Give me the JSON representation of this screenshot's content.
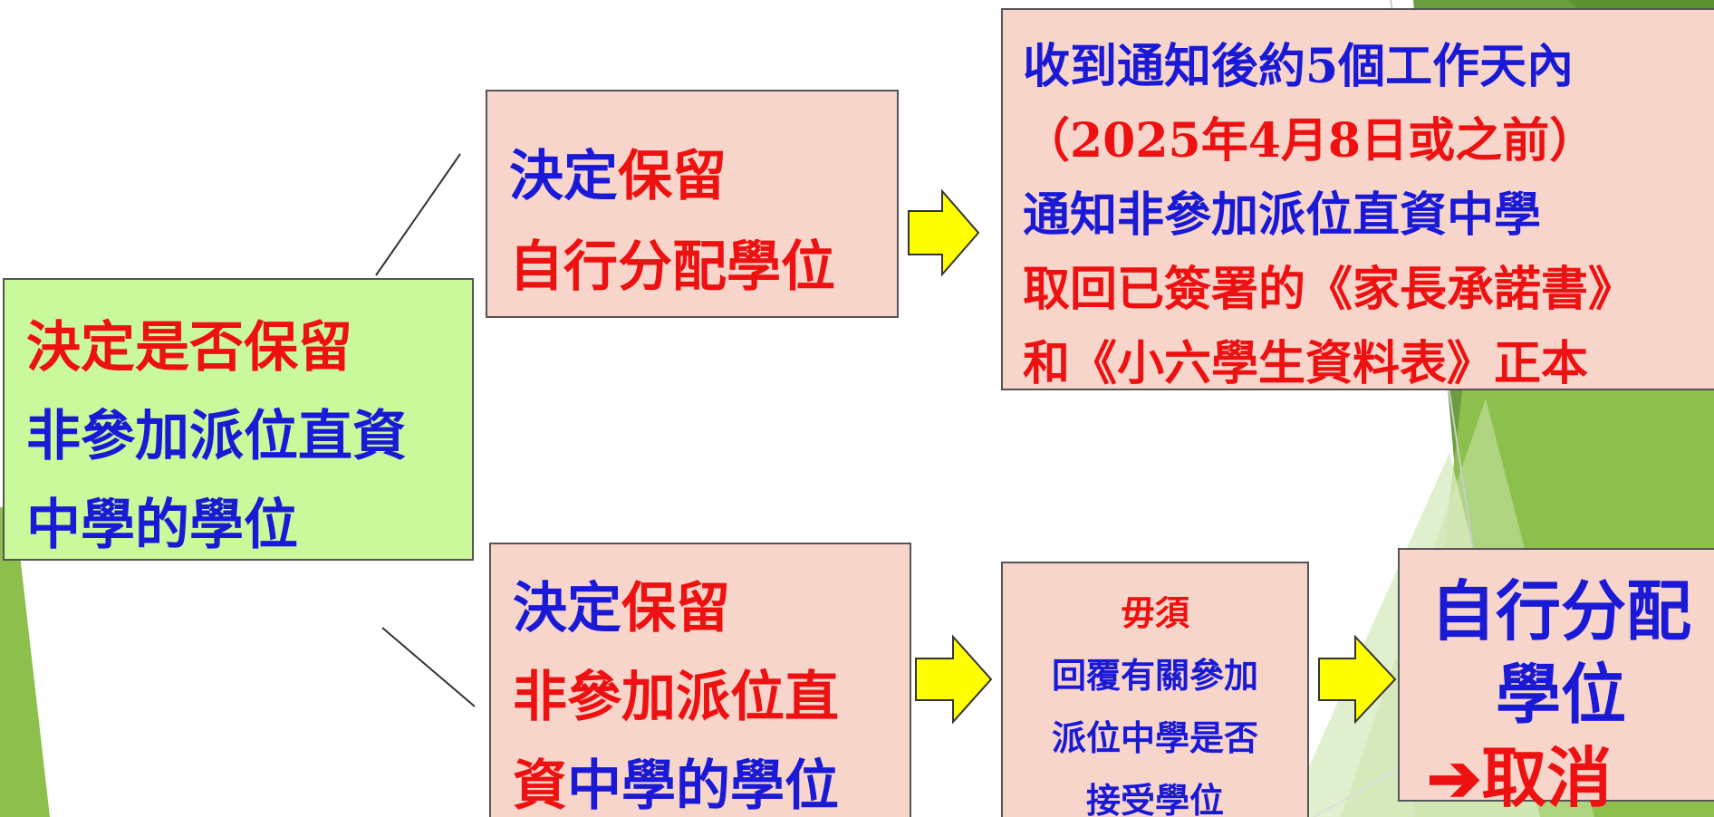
{
  "colors": {
    "blue_text": "#1a1ad6",
    "red_text": "#ee1111",
    "pink_box": "#f8d5ca",
    "green_box": "#c9f99a",
    "arrow_fill": "#ffff00",
    "bg_green_dark": "#5f9a3a",
    "bg_green_light": "#8dc63f"
  },
  "root": {
    "line1": "決定是否保留",
    "line2": "非參加派位直資",
    "line3": "中學的學位"
  },
  "top_branch": {
    "option": {
      "part1": "決定",
      "part2": "保留",
      "line2": "自行分配學位"
    },
    "result": {
      "line1": "收到通知後約5個工作天內",
      "line2": "（2025年4月8日或之前）",
      "line3": "通知非參加派位直資中學",
      "line4": "取回已簽署的《家長承諾書》",
      "line5": "和《小六學生資料表》正本"
    }
  },
  "bottom_branch": {
    "option": {
      "part1": "決定",
      "part2": "保留",
      "line2": "非參加派位直",
      "line3_part1": "資",
      "line3_part2": "中學的學位"
    },
    "action": {
      "line1": "毋須",
      "line2": "回覆有關參加",
      "line3": "派位中學是否",
      "line4": "接受學位"
    },
    "result": {
      "line1": "自行分配",
      "line2": "學位",
      "arrow_glyph": "➔",
      "line3": "取消"
    }
  },
  "icons": {
    "arrow1": "right-block-arrow-icon",
    "arrow2": "right-block-arrow-icon",
    "arrow3": "right-block-arrow-icon"
  }
}
